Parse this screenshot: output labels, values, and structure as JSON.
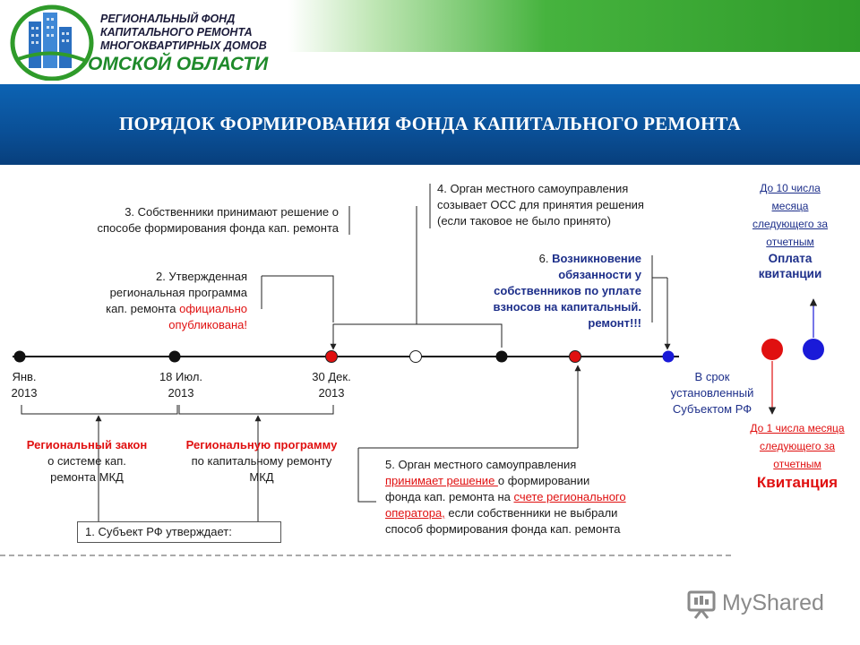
{
  "header": {
    "org_lines": [
      "РЕГИОНАЛЬНЫЙ ФОНД",
      "КАПИТАЛЬНОГО РЕМОНТА",
      "МНОГОКВАРТИРНЫХ ДОМОВ"
    ],
    "org_region": "ОМСКОЙ ОБЛАСТИ",
    "title": "ПОРЯДОК ФОРМИРОВАНИЯ ФОНДА КАПИТАЛЬНОГО РЕМОНТА"
  },
  "timeline": {
    "dates": [
      {
        "line1": "Янв.",
        "line2": "2013"
      },
      {
        "line1": "18 Июл.",
        "line2": "2013"
      },
      {
        "line1": "30 Дек.",
        "line2": "2013"
      }
    ],
    "deadline": [
      "В срок",
      "установленный",
      "Субъектом РФ"
    ]
  },
  "steps": {
    "s1": "1. Субъект РФ утверждает:",
    "s1_law_title": "Региональный закон",
    "s1_law_text": [
      "о системе кап.",
      "ремонта МКД"
    ],
    "s1_prog_title": "Региональную программу",
    "s1_prog_text": [
      "по капитальному ремонту",
      "МКД"
    ],
    "s2_lines": [
      "2. Утвержденная",
      "региональная программа"
    ],
    "s2_line3_a": "кап. ремонта ",
    "s2_line3_b": "официально",
    "s2_line4": "опубликована!",
    "s3_lines": [
      "3. Собственники принимают решение о",
      "способе формирования фонда кап. ремонта"
    ],
    "s4_lines": [
      "4. Орган местного самоуправления",
      "созывает ОСС для принятия решения",
      "(если таковое не было принято)"
    ],
    "s5_line1": "5. Орган местного самоуправления",
    "s5_line2_a": "принимает решение ",
    "s5_line2_b": "о формировании",
    "s5_line3_a": "фонда кап. ремонта на ",
    "s5_line3_b": "счете регионального",
    "s5_line4_a": "оператора,",
    "s5_line4_b": " если собственники не выбрали",
    "s5_line5": "способ формирования фонда кап. ремонта",
    "s6_prefix": "6. ",
    "s6_lines": [
      "Возникновение",
      "обязанности у",
      "собственников по уплате",
      "взносов на капитальный."
    ],
    "s6_last": "ремонт!!!"
  },
  "payment": {
    "top_lines": [
      "До 10 числа",
      "месяца",
      "следующего за",
      "отчетным"
    ],
    "top_title": [
      "Оплата",
      "квитанции"
    ],
    "bottom_lines": [
      "До 1 числа месяца",
      "следующего за",
      "отчетным"
    ],
    "bottom_title": "Квитанция"
  },
  "watermark": "MyShared",
  "colors": {
    "title_band": "#0a4f96",
    "green": "#2f9b2a",
    "red_accent": "#e01010",
    "blue_dot": "#1a1ad8"
  }
}
